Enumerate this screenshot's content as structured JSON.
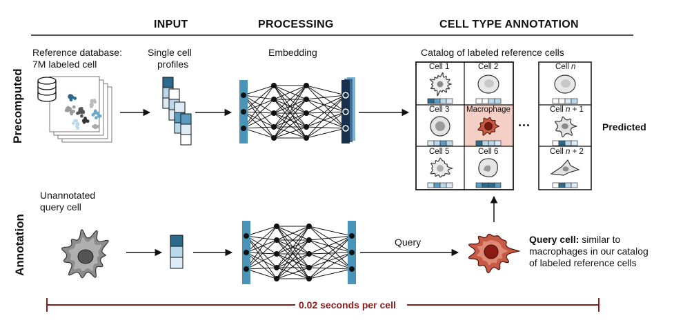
{
  "headers": {
    "input": "INPUT",
    "processing": "PROCESSING",
    "annotation": "CELL TYPE ANNOTATION"
  },
  "rows": {
    "precomputed": "Precomputed",
    "annotation": "Annotation"
  },
  "precomputed": {
    "reference_db_line1": "Reference database:",
    "reference_db_line2": "7M labeled cell",
    "single_cell_line1": "Single cell",
    "single_cell_line2": "profiles",
    "embedding": "Embedding",
    "catalog": "Catalog of labeled reference cells",
    "predicted": "Predicted",
    "ellipsis": "···"
  },
  "catalog_cells": [
    {
      "label": "Cell 1"
    },
    {
      "label": "Cell 2"
    },
    {
      "label": "Cell 3"
    },
    {
      "label": "Macrophage"
    },
    {
      "label": "Cell 5"
    },
    {
      "label": "Cell 6"
    }
  ],
  "catalog_right_cells": [
    {
      "prefix": "Cell ",
      "n": "n",
      "suffix": ""
    },
    {
      "prefix": "Cell ",
      "n": "n",
      "suffix": " + 1"
    },
    {
      "prefix": "Cell ",
      "n": "n",
      "suffix": " + 2"
    }
  ],
  "annotation": {
    "query_line1": "Unannotated",
    "query_line2": "query cell",
    "query_arrow": "Query",
    "result_bold": "Query cell:",
    "result_line1": " similar to",
    "result_line2": "macrophages in our catalog",
    "result_line3": "of labeled reference cells"
  },
  "timing": "0.02 seconds per cell",
  "colors": {
    "dark_blue": "#2b6a8a",
    "mid_blue": "#5b9bbf",
    "light_blue": "#b9d8ea",
    "pale_blue": "#dcebf5",
    "teal_layer": "#4a94b8",
    "navy_layer": "#16304d",
    "macrophage_bg": "#f4cfc6",
    "macrophage_cell": "#c65a45",
    "timeline_red": "#8b1a1a",
    "query_cell_gray": "#8c8c8c"
  }
}
